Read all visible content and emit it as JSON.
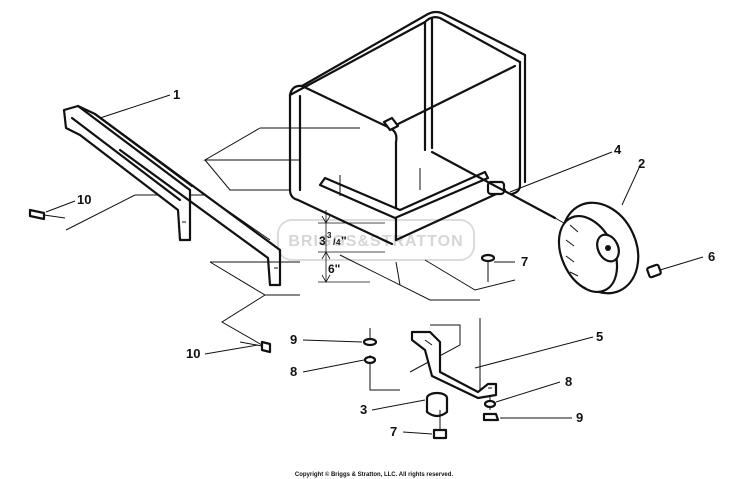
{
  "watermark": "BRIGGS&STRATTON",
  "copyright": "Copyright © Briggs & Stratton, LLC. All rights reserved.",
  "dimensions": {
    "upper": "3 3/4\"",
    "upper_whole": "3",
    "upper_num": "3",
    "upper_den": "4",
    "lower": "6\""
  },
  "callouts": {
    "c1": "1",
    "c2": "2",
    "c3": "3",
    "c4": "4",
    "c5": "5",
    "c6": "6",
    "c7a": "7",
    "c7b": "7",
    "c8a": "8",
    "c8b": "8",
    "c9a": "9",
    "c9b": "9",
    "c10a": "10",
    "c10b": "10"
  }
}
